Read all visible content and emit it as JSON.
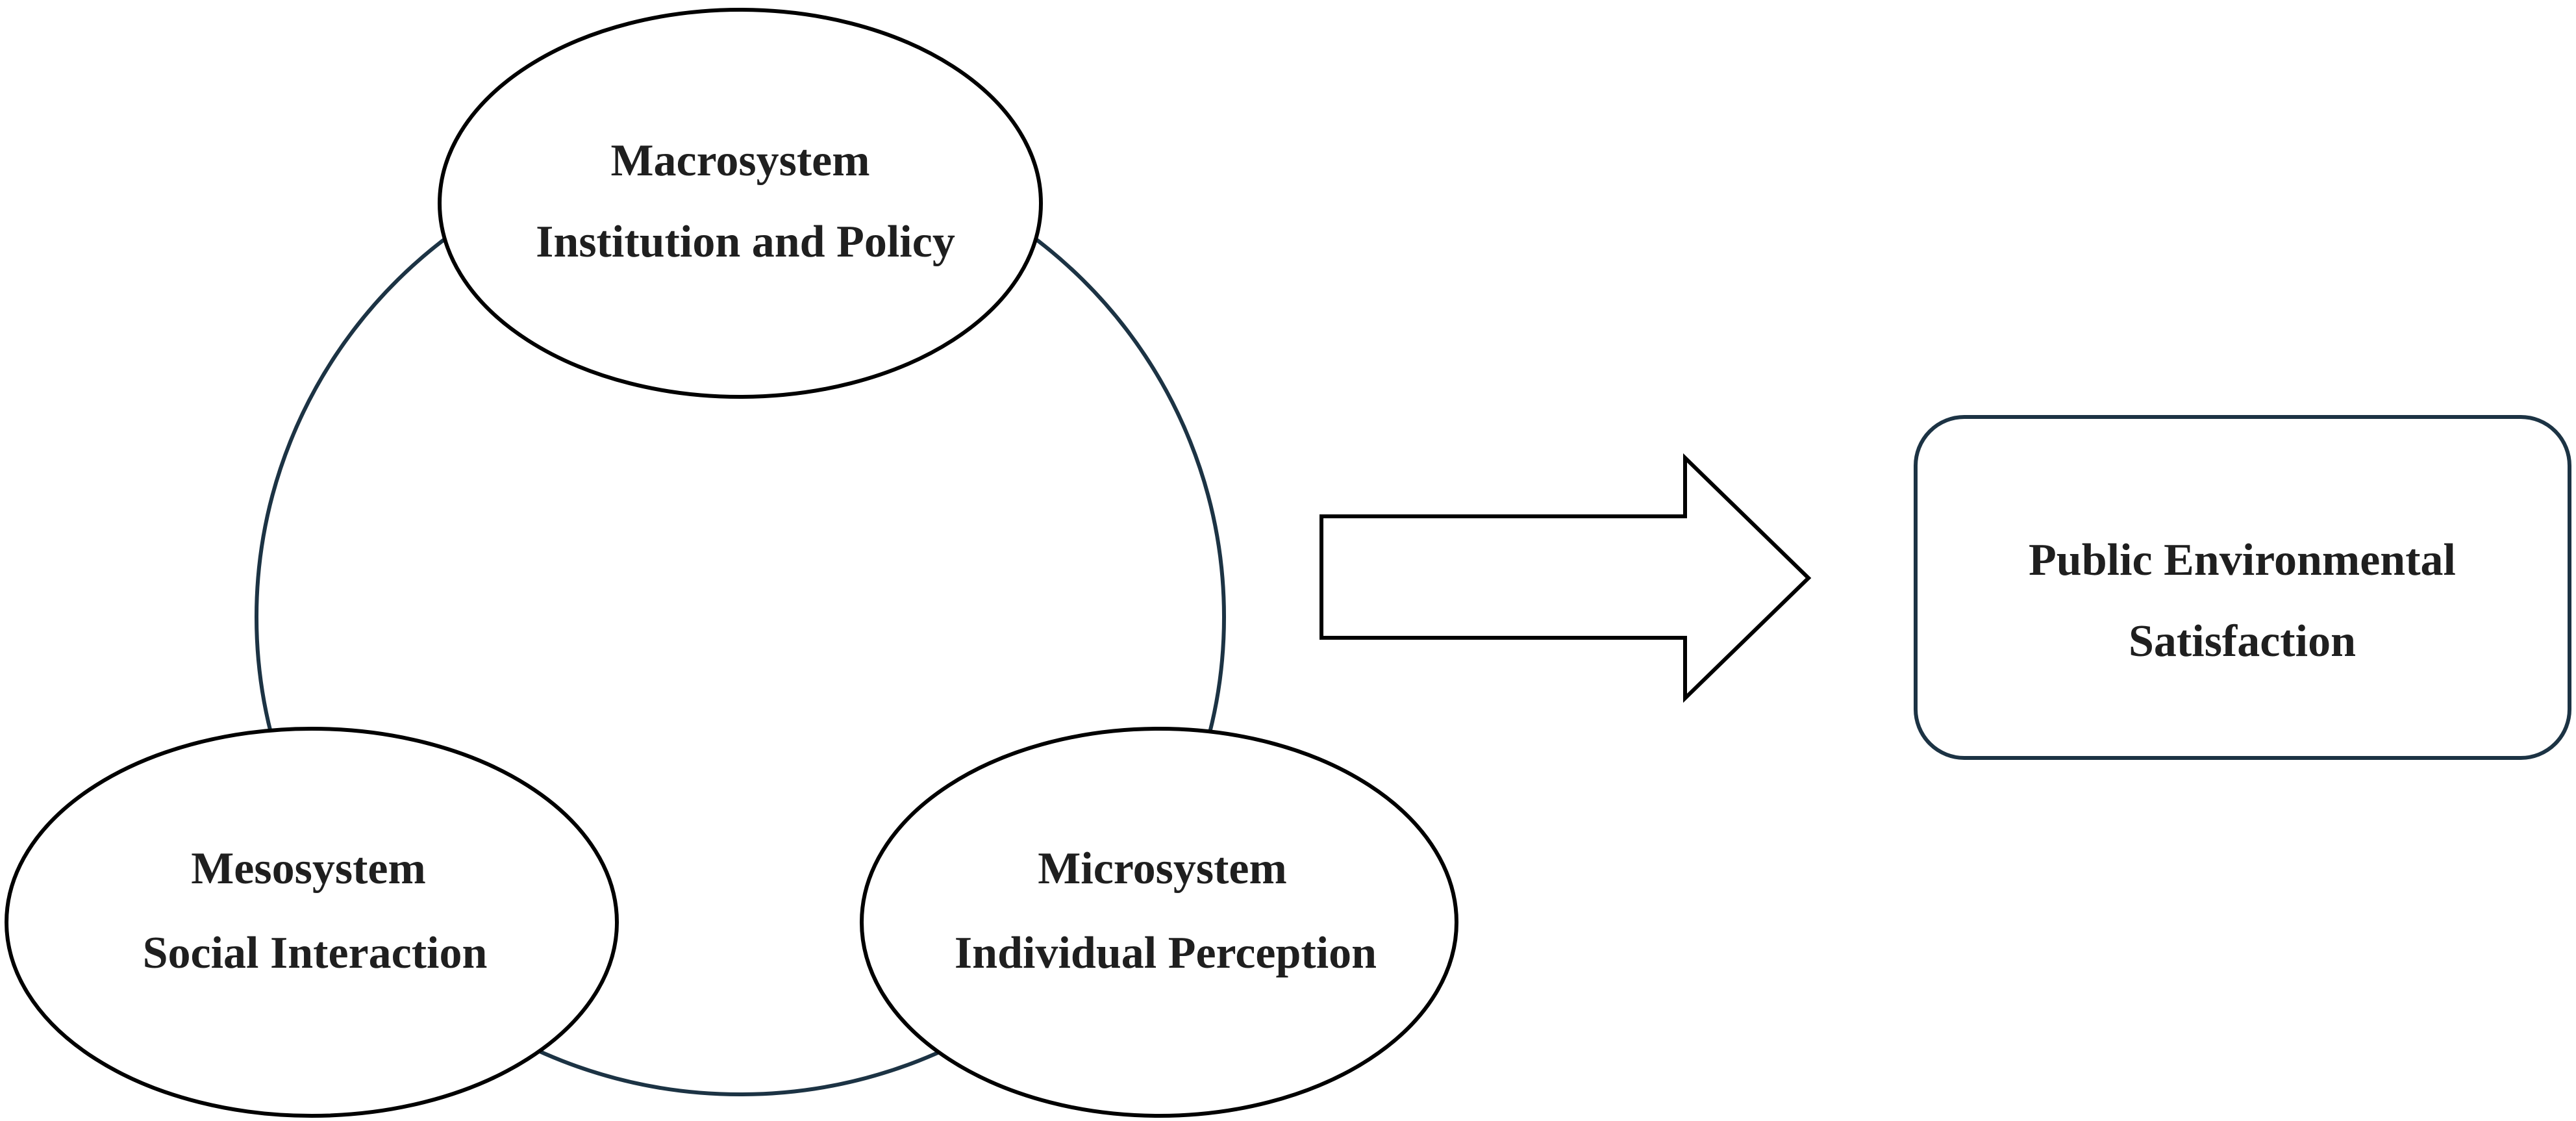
{
  "nodes": {
    "macrosystem": {
      "title": "Macrosystem",
      "subtitle": "Institution and Policy"
    },
    "mesosystem": {
      "title": "Mesosystem",
      "subtitle": "Social Interaction"
    },
    "microsystem": {
      "title": "Microsystem",
      "subtitle": "Individual Perception"
    },
    "outcome": {
      "line1": "Public Environmental",
      "line2": "Satisfaction"
    }
  },
  "colors": {
    "outer_ring_stroke": "#1c3344",
    "shape_stroke": "#000000",
    "outcome_box_stroke": "#1c3344",
    "text": "#1f1f1f",
    "background": "#ffffff"
  }
}
